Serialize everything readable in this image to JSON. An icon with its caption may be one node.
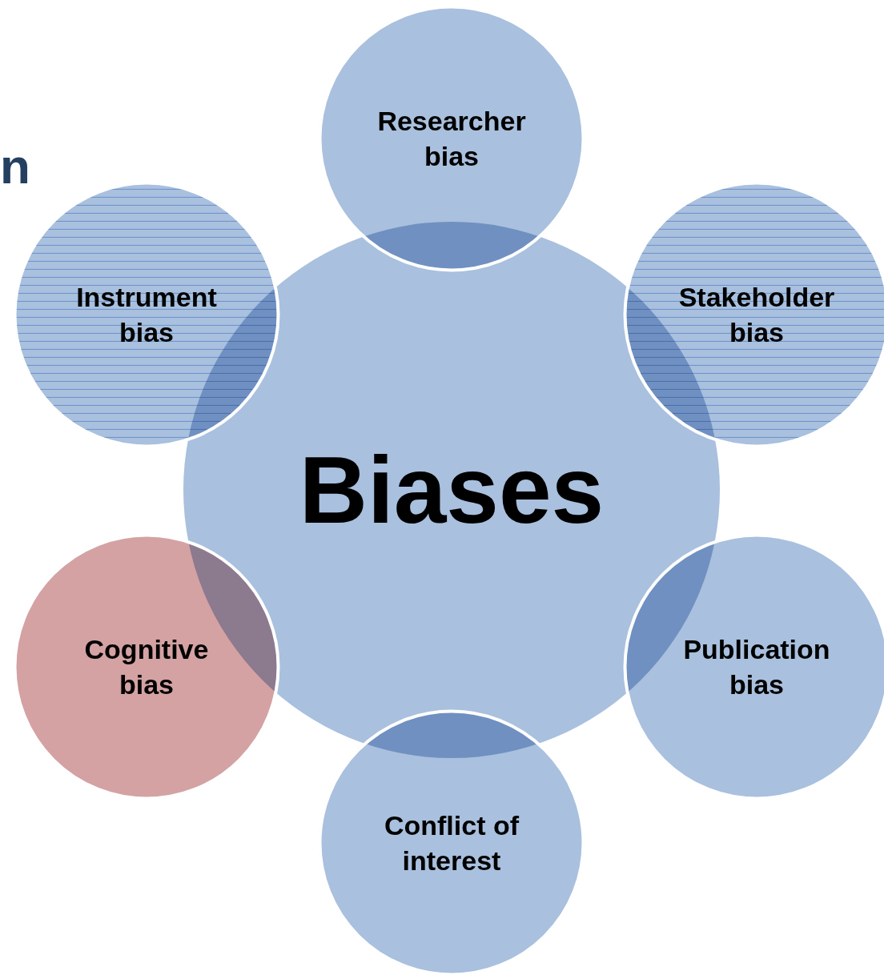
{
  "diagram": {
    "nodes": [
      {
        "text": [
          "Biases"
        ]
      },
      {
        "text": [
          "Researcher bias"
        ]
      },
      {
        "text": [
          "Stakeholder bias"
        ]
      },
      {
        "text": [
          "Publication bias"
        ]
      },
      {
        "text": [
          "Conflict of interest"
        ]
      },
      {
        "text": [
          "Cognitive bias"
        ]
      },
      {
        "text": [
          "Instrument bias"
        ]
      }
    ],
    "labels": [
      "n"
    ]
  }
}
